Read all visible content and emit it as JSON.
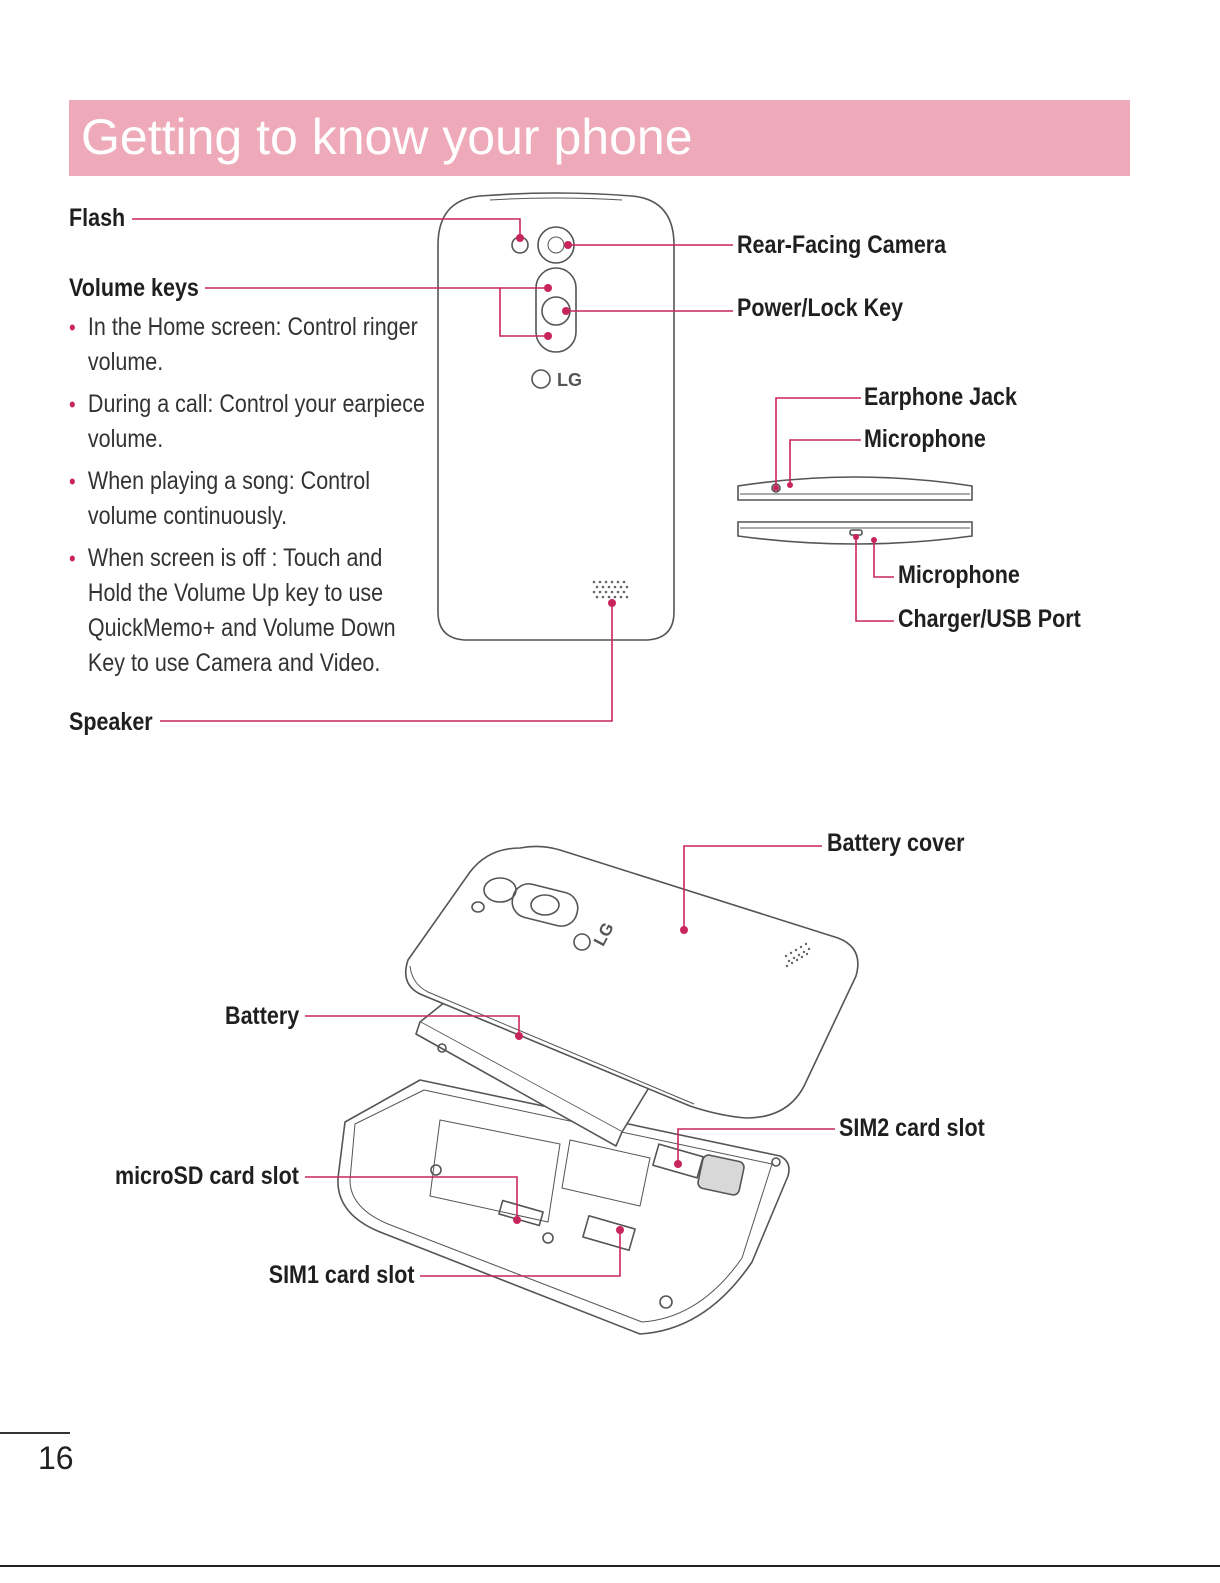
{
  "header": {
    "title": "Getting to know your phone"
  },
  "rear_view": {
    "labels": {
      "flash": "Flash",
      "volume_keys": "Volume keys",
      "rear_camera": "Rear-Facing Camera",
      "power_lock": "Power/Lock Key",
      "earphone_jack": "Earphone Jack",
      "microphone_top": "Microphone",
      "microphone_bottom": "Microphone",
      "charger_port": "Charger/USB Port",
      "speaker": "Speaker"
    },
    "brand_logo": "LG",
    "volume_bullets": [
      "In the Home screen: Control ringer volume.",
      "During a call: Control your earpiece volume.",
      "When playing a song: Control volume continuously.",
      "When screen is off : Touch and Hold the Volume Up key to use QuickMemo+ and Volume Down Key to use Camera and Video."
    ]
  },
  "exploded_view": {
    "labels": {
      "battery_cover": "Battery cover",
      "battery": "Battery",
      "sim2": "SIM2 card slot",
      "microsd": "microSD card slot",
      "sim1": "SIM1 card slot"
    },
    "brand_logo": "LG"
  },
  "footer": {
    "page_number": "16"
  },
  "colors": {
    "banner": "#eeaab8",
    "callout": "#c8265a",
    "outline": "#555555"
  }
}
